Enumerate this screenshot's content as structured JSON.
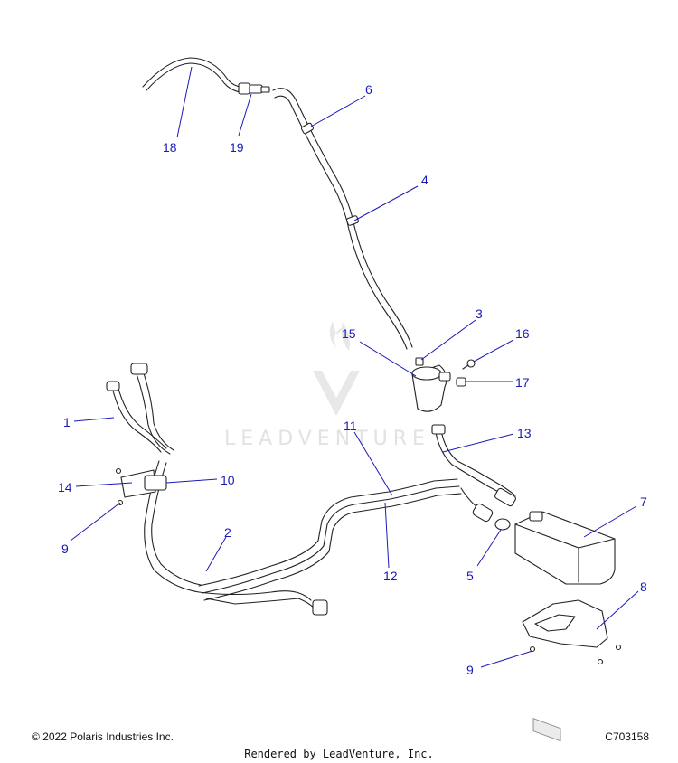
{
  "watermark": {
    "text": "LEADVENTURE"
  },
  "callouts": [
    {
      "id": "c18",
      "label": "18"
    },
    {
      "id": "c19",
      "label": "19"
    },
    {
      "id": "c6",
      "label": "6"
    },
    {
      "id": "c4",
      "label": "4"
    },
    {
      "id": "c3",
      "label": "3"
    },
    {
      "id": "c15",
      "label": "15"
    },
    {
      "id": "c16",
      "label": "16"
    },
    {
      "id": "c17",
      "label": "17"
    },
    {
      "id": "c1",
      "label": "1"
    },
    {
      "id": "c11",
      "label": "11"
    },
    {
      "id": "c13",
      "label": "13"
    },
    {
      "id": "c14",
      "label": "14"
    },
    {
      "id": "c10",
      "label": "10"
    },
    {
      "id": "c7",
      "label": "7"
    },
    {
      "id": "c9a",
      "label": "9"
    },
    {
      "id": "c2",
      "label": "2"
    },
    {
      "id": "c5",
      "label": "5"
    },
    {
      "id": "c12",
      "label": "12"
    },
    {
      "id": "c8",
      "label": "8"
    },
    {
      "id": "c9b",
      "label": "9"
    }
  ],
  "footer": {
    "copyright": "© 2022 Polaris Industries Inc.",
    "diagram_code": "C703158",
    "rendered_by": "Rendered by LeadVenture, Inc."
  },
  "colors": {
    "callout": "#1a1ab8",
    "line": "#222222",
    "watermark": "#e2e2e2"
  }
}
